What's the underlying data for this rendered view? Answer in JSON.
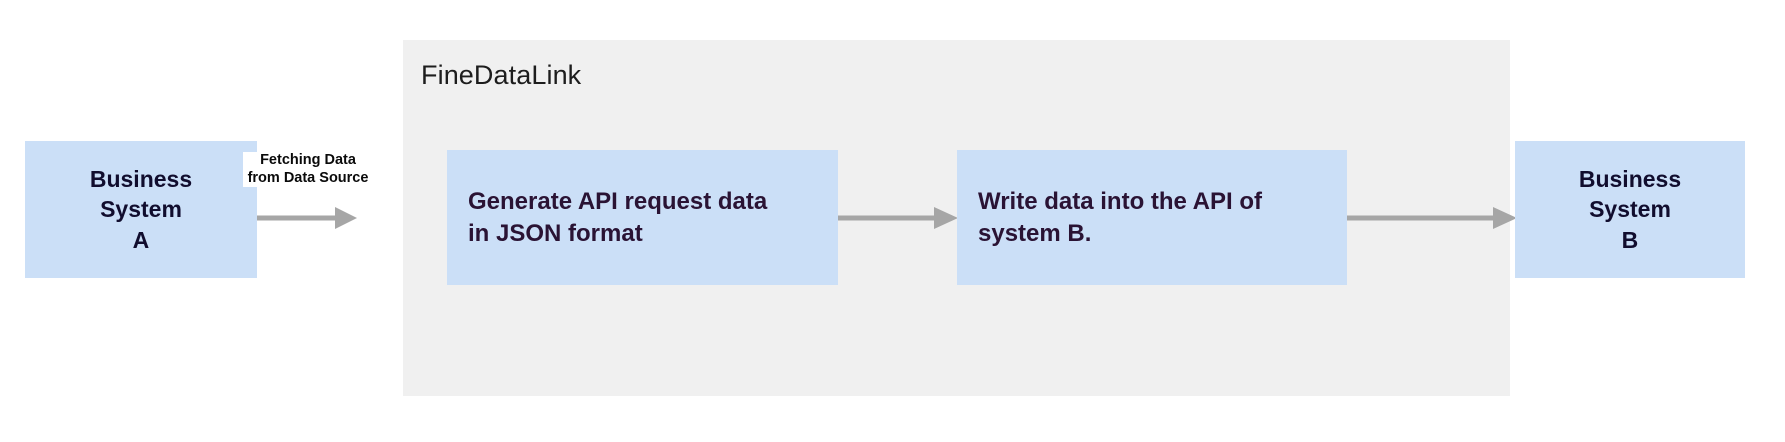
{
  "diagram": {
    "type": "flow-diagram",
    "background": "#ffffff",
    "group": {
      "title": "FineDataLink",
      "background": "#f0f0f0"
    },
    "colors": {
      "node_fill": "#cbdff7",
      "node_text": "#2a1334",
      "terminal_text": "#110d2e",
      "group_fill": "#f0f0f0",
      "arrow": "#a6a6a6",
      "label_text": "#0a0a0a"
    },
    "nodes": [
      {
        "id": "system-a",
        "label": "Business\nSystem\nA",
        "kind": "terminal"
      },
      {
        "id": "generate-api-request",
        "label": "Generate API request data\nin JSON format",
        "kind": "process"
      },
      {
        "id": "write-data",
        "label": "Write data into the API of\nsystem B.",
        "kind": "process"
      },
      {
        "id": "system-b",
        "label": "Business\nSystem\nB",
        "kind": "terminal"
      }
    ],
    "edges": [
      {
        "id": "edge-1",
        "from": "system-a",
        "to": "generate-api-request",
        "label": "Fetching Data\nfrom Data Source"
      },
      {
        "id": "edge-2",
        "from": "generate-api-request",
        "to": "write-data",
        "label": ""
      },
      {
        "id": "edge-3",
        "from": "write-data",
        "to": "system-b",
        "label": ""
      }
    ]
  }
}
